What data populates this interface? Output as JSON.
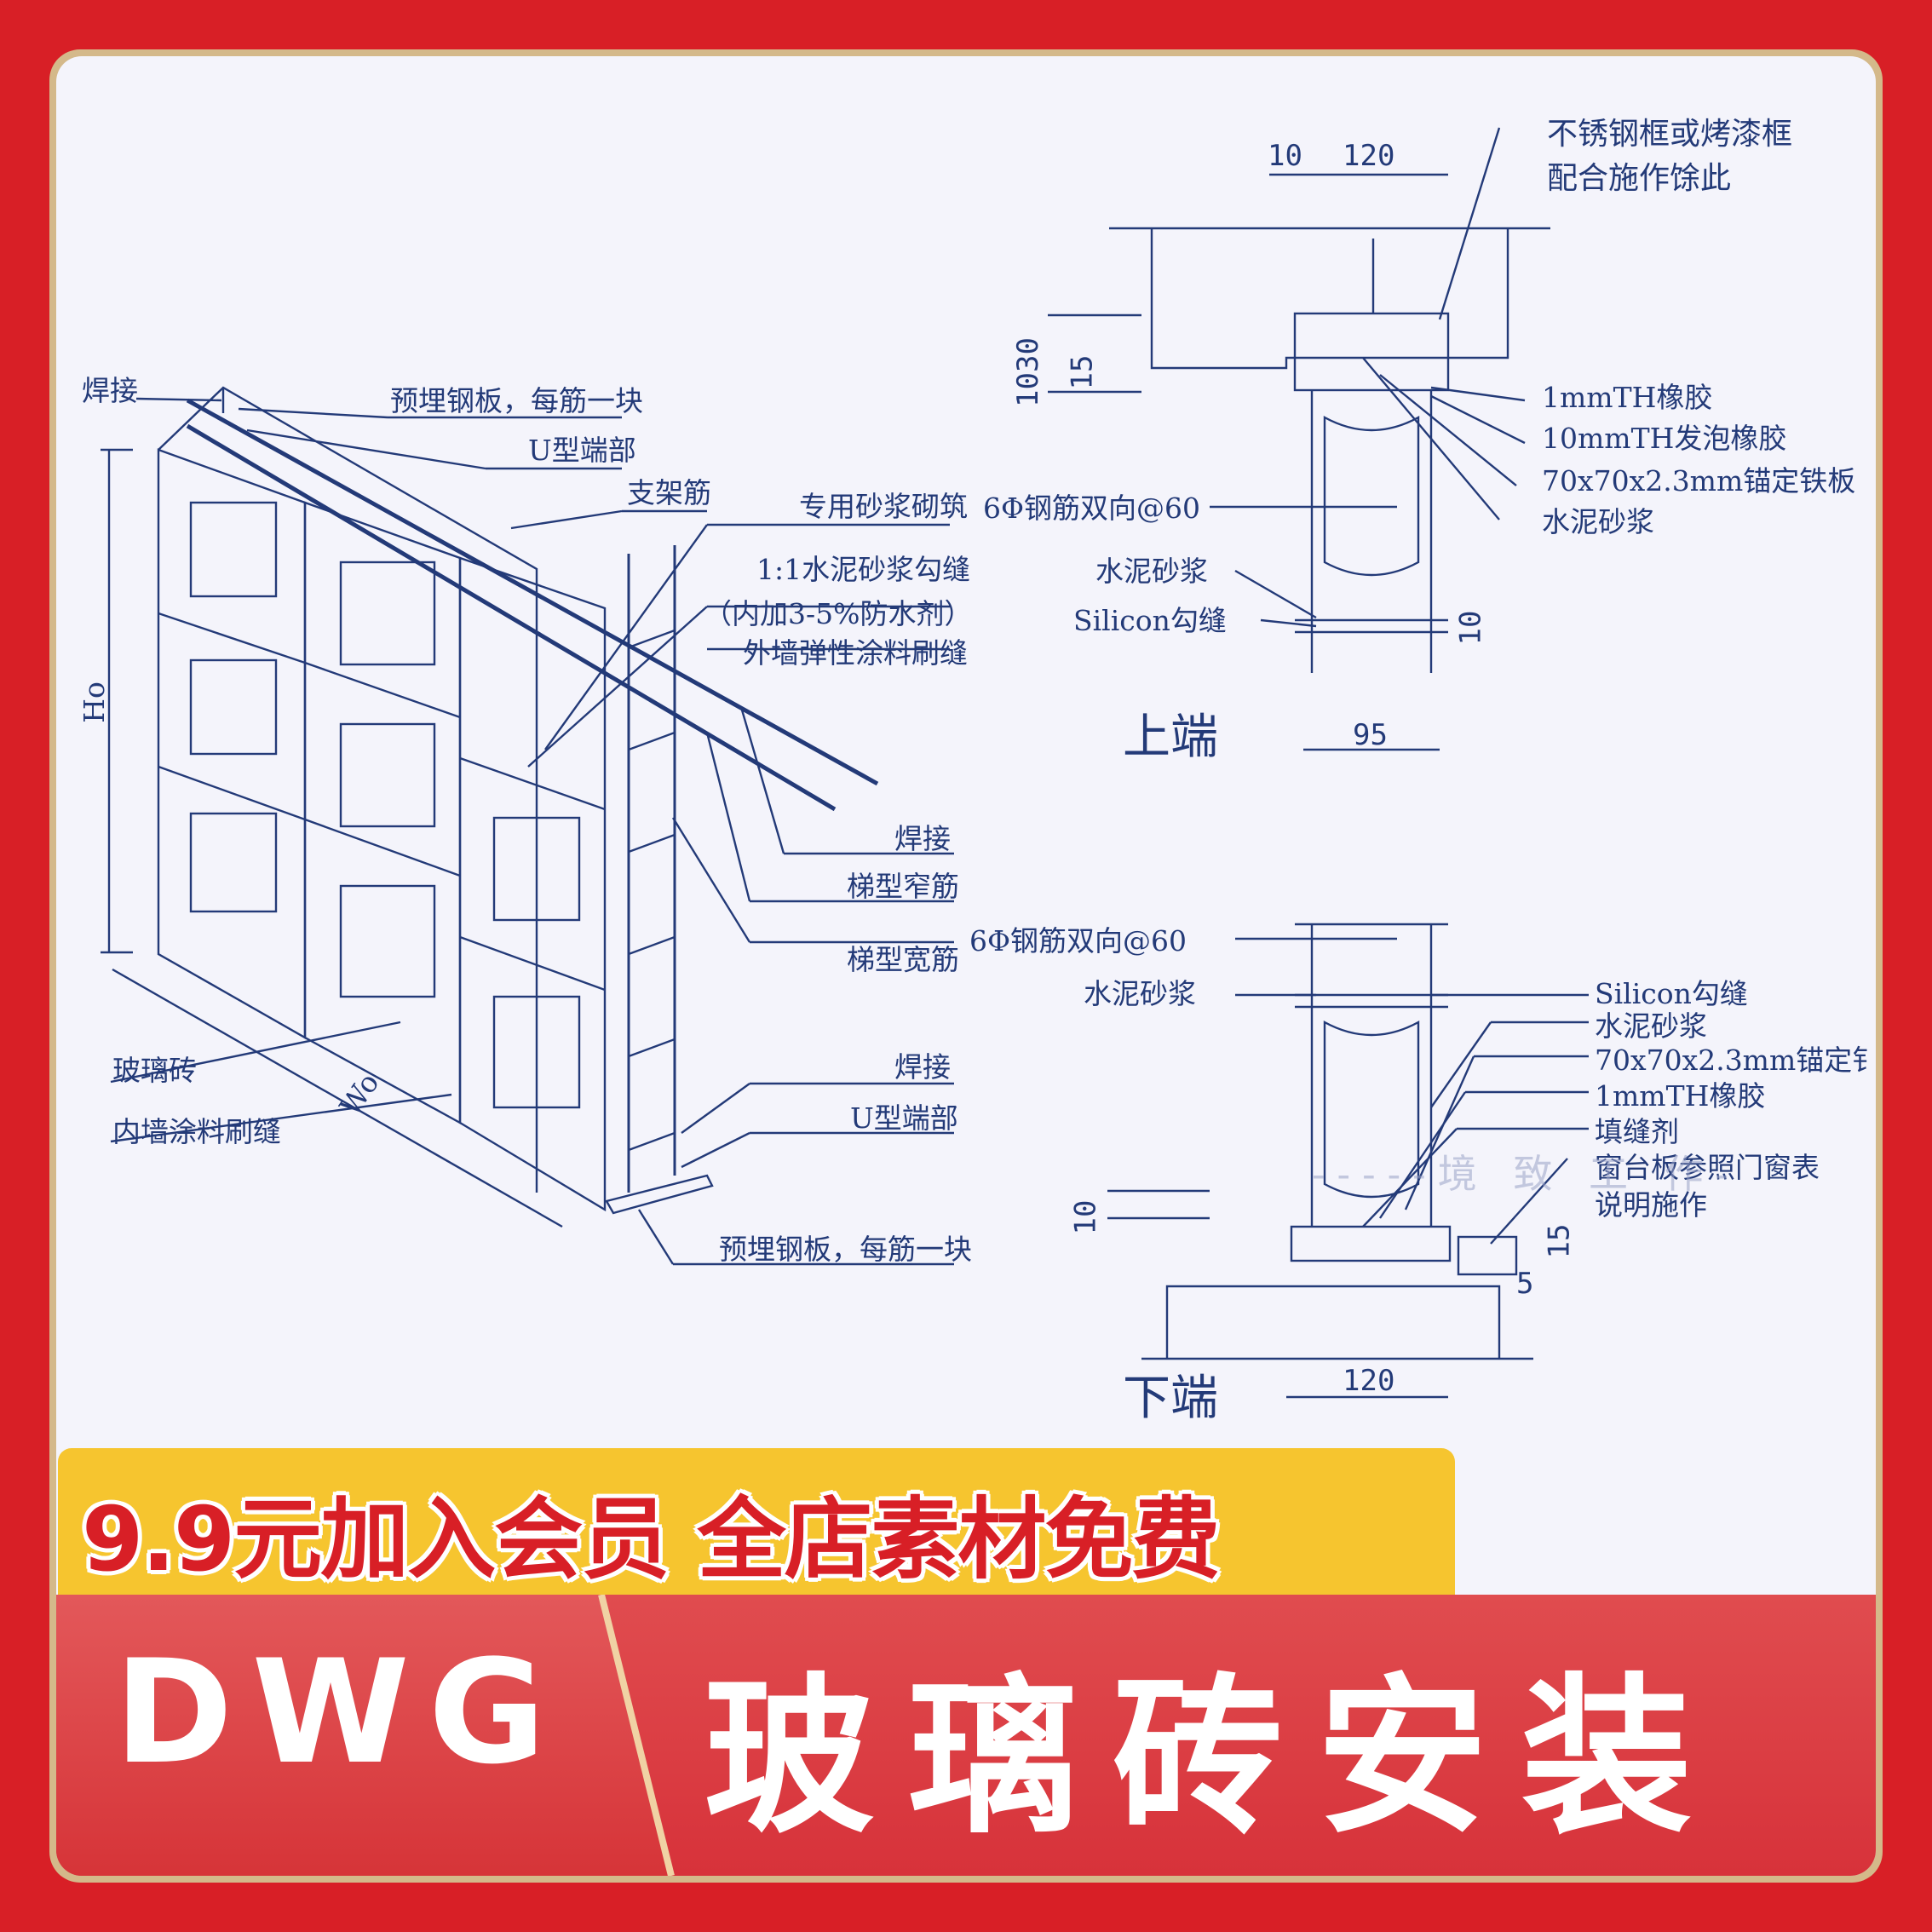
{
  "diagram": {
    "iso_labels": {
      "weld_top": "焊接",
      "embedded_plate_top": "预埋钢板，每筋一块",
      "u_end_top": "U型端部",
      "support_bar": "支架筋",
      "special_mortar": "专用砂浆砌筑",
      "cement_joint": "1:1水泥砂浆勾缝",
      "waterproof": "（内加3-5%防水剂）",
      "ext_coating": "外墙弹性涂料刷缝",
      "weld_mid": "焊接",
      "ladder_narrow": "梯型窄筋",
      "ladder_wide": "梯型宽筋",
      "glass_brick": "玻璃砖",
      "int_coating": "内墙涂料刷缝",
      "weld_bottom": "焊接",
      "u_end_bottom": "U型端部",
      "embedded_plate_bottom": "预埋钢板，每筋一块",
      "dim_h": "Ho",
      "dim_w": "Wo"
    },
    "top_section": {
      "title": "上端",
      "dim_10": "10",
      "dim_120": "120",
      "dim_1030": "1030",
      "dim_15": "15",
      "dim_10b": "10",
      "dim_95": "95",
      "frame_note_1": "不锈钢框或烤漆框",
      "frame_note_2": "配合施作馀此",
      "rubber_1mm": "1mmTH橡胶",
      "foam_10mm": "10mmTH发泡橡胶",
      "anchor_plate": "70x70x2.3mm锚定铁板",
      "cement": "水泥砂浆",
      "rebar": "6Φ钢筋双向@60",
      "cement_left": "水泥砂浆",
      "silicon": "Silicon勾缝"
    },
    "bottom_section": {
      "title": "下端",
      "rebar": "6Φ钢筋双向@60",
      "cement_left": "水泥砂浆",
      "silicon": "Silicon勾缝",
      "cement": "水泥砂浆",
      "anchor_plate": "70x70x2.3mm锚定钅",
      "rubber_1mm": "1mmTH橡胶",
      "filler": "填缝剂",
      "sill_1": "窗台板参照门窗表",
      "sill_2": "说明施作",
      "dim_10": "10",
      "dim_15": "15",
      "dim_5": "5",
      "dim_120": "120"
    }
  },
  "watermark": "-----境 致 工 作-",
  "promo": "9.9元加入会员 全店素材免费",
  "banner": {
    "format": "DWG",
    "title": "玻璃砖安装"
  },
  "colors": {
    "border_red": "#d81f26",
    "line_blue": "#233a78",
    "promo_yellow": "#f6c52f"
  }
}
